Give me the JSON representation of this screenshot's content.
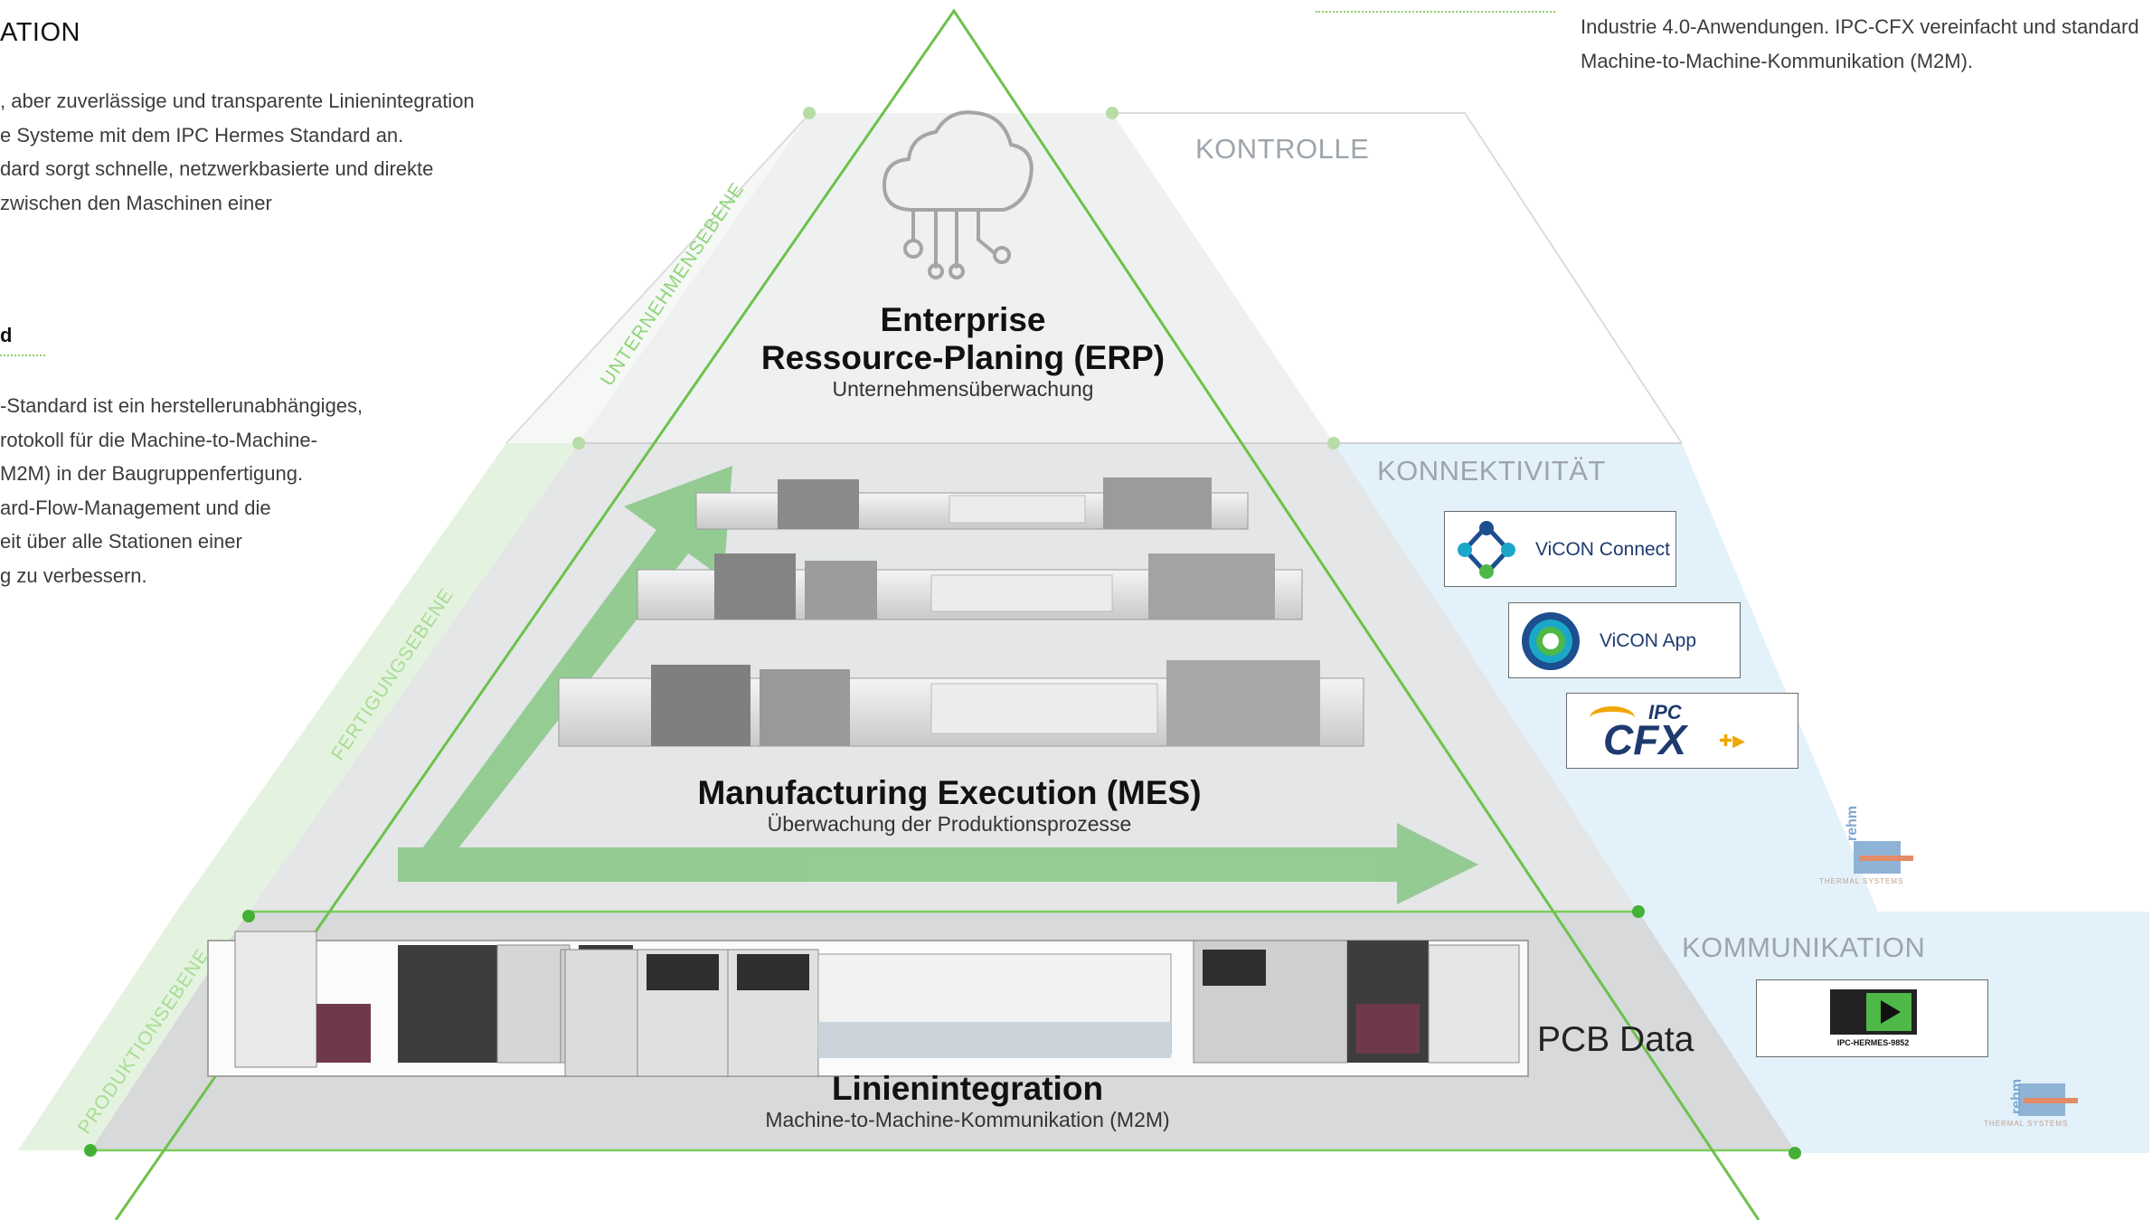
{
  "left_panel": {
    "heading": "ATION",
    "paragraph1": [
      ", aber zuverlässige und transparente Linienintegration",
      "e Systeme mit dem IPC Hermes Standard an.",
      "dard sorgt schnelle, netzwerkbasierte und direkte",
      "zwischen den Maschinen einer"
    ],
    "subheading": "d",
    "paragraph2": [
      "-Standard ist ein herstellerunabhängiges,",
      "rotokoll für die Machine-to-Machine-",
      "M2M) in der Baugruppenfertigung.",
      "ard-Flow-Management und die",
      "eit über alle Stationen einer",
      "g zu verbessern."
    ]
  },
  "top_right_text": [
    "Industrie 4.0-Anwendungen. IPC-CFX vereinfacht und standard",
    "Machine-to-Machine-Kommunikation (M2M)."
  ],
  "tiers": {
    "erp": {
      "title_line1": "Enterprise",
      "title_line2": "Ressource-Planing (ERP)",
      "subtitle": "Unternehmensüberwachung"
    },
    "mes": {
      "title": "Manufacturing Execution (MES)",
      "subtitle": "Überwachung der Produktionsprozesse"
    },
    "line": {
      "title": "Linienintegration",
      "subtitle": "Machine-to-Machine-Kommunikation (M2M)"
    }
  },
  "level_labels": {
    "enterprise": "UNTERNEHMENSEBENE",
    "manufacturing": "FERTIGUNGSEBENE",
    "production": "PRODUKTIONSEBENE"
  },
  "right_labels": {
    "control": "KONTROLLE",
    "connectivity": "KONNEKTIVITÄT",
    "communication": "KOMMUNIKATION"
  },
  "pcb_data": "PCB Data",
  "logos": {
    "vicon_connect": "ViCON Connect",
    "vicon_app": "ViCON App",
    "ipc_cfx_top": "IPC",
    "ipc_cfx_main": "CFX",
    "hermes": "IPC-HERMES-9852",
    "rehm": "rehm",
    "thermal": "THERMAL SYSTEMS"
  },
  "colors": {
    "accent_green": "#6cc24a",
    "arrow_green": "#8cc98a",
    "level_green_text": "#8fd47a",
    "light_blue": "#e3f1fb",
    "tier_top": "#eff1f1",
    "tier_mid": "#e4e6e7",
    "tier_bottom": "#d7d9da"
  }
}
